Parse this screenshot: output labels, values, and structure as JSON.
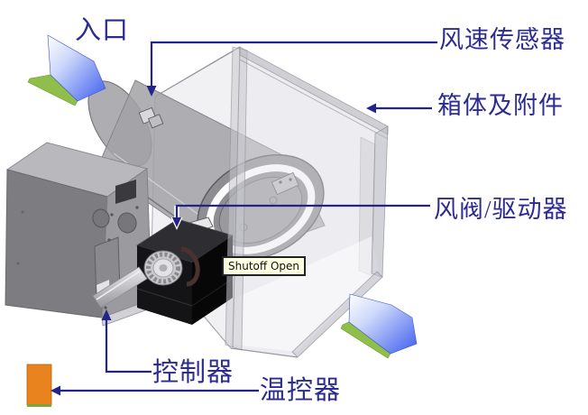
{
  "diagram": {
    "title_labels": {
      "inlet": "入口",
      "velocity_sensor": "风速传感器",
      "box_accessories": "箱体及附件",
      "damper_actuator": "风阀/驱动器",
      "controller": "控制器",
      "thermostat": "温控器"
    },
    "tooltip": "Shutoff Open",
    "colors": {
      "background": "#ffffff",
      "label_text": "#2b2b92",
      "leader_line": "#23238c",
      "flow_arrow_blue": "#4a66f0",
      "flow_arrow_edge_green": "#8fbf4a",
      "thermostat_orange": "#e8831d",
      "tooltip_bg": "#ffffe1",
      "actuator_black": "#141416",
      "cabinet_grey": "#9b9b9f",
      "plenum_translucent_grey": "#d2d2d7"
    }
  }
}
